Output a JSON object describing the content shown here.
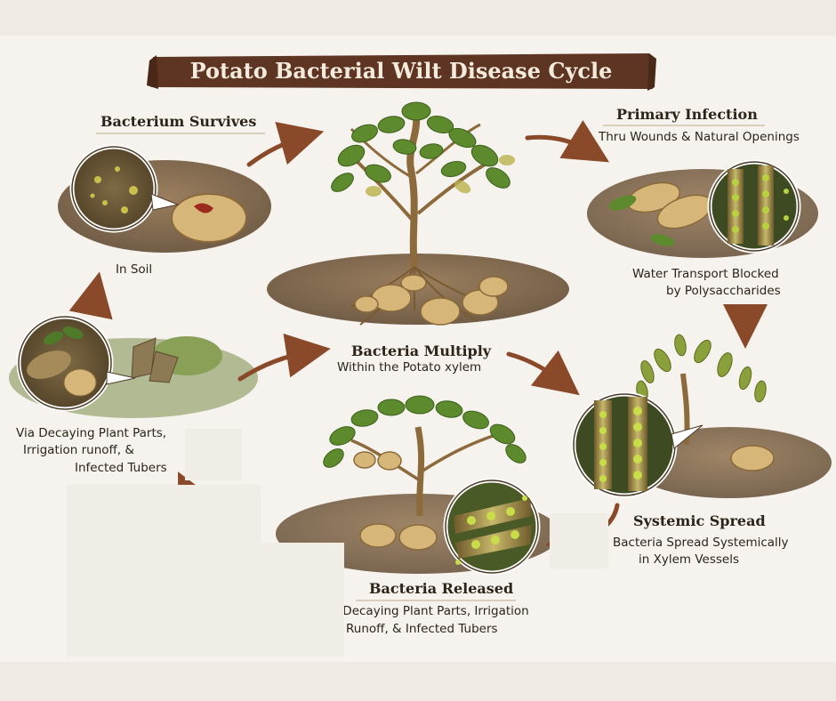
{
  "title": "Potato Bacterial Wilt Disease Cycle",
  "stages": {
    "survives": {
      "heading": "Bacterium Survives",
      "caption": "In Soil"
    },
    "primary": {
      "heading": "Primary Infection",
      "subheading": "Thru Wounds & Natural Openings",
      "caption_line1": "Water Transport Blocked",
      "caption_line2": "by Polysaccharides"
    },
    "multiply": {
      "heading": "Bacteria Multiply",
      "caption": "Within the Potato xylem"
    },
    "systemic": {
      "heading": "Systemic Spread",
      "caption_line1": "Bacteria Spread Systemically",
      "caption_line2": "in Xylem Vessels"
    },
    "released": {
      "heading": "Bacteria Released",
      "caption_line1": "via Decaying Plant Parts, Irrigation",
      "caption_line2": "Runoff, & Infected Tubers"
    },
    "source": {
      "line1": "Via Decaying Plant Parts,",
      "line2": "Irrigation runoff, &",
      "line3": "Infected Tubers"
    }
  },
  "colors": {
    "banner": "#5e3422",
    "arrow": "#8a4a2a",
    "leaf": "#5e8a2e",
    "stem": "#8d6a3b",
    "soil": "#6b5035",
    "tuber": "#d7b679",
    "paper": "#f6f3ee"
  },
  "icons": [
    "arrow",
    "magnifier-inset",
    "potato-plant",
    "tuber"
  ]
}
